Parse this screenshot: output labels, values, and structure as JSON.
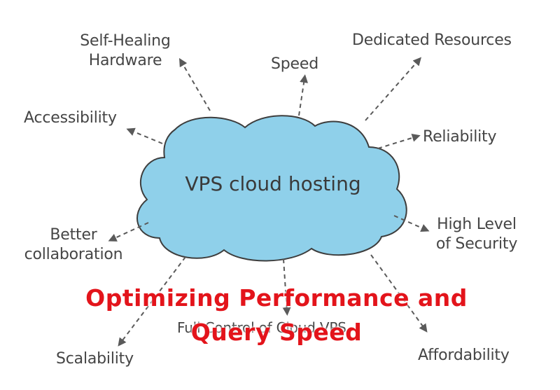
{
  "diagram": {
    "center": "VPS cloud hosting",
    "nodes": [
      {
        "id": "self-healing",
        "lines": [
          "Self-Healing",
          "Hardware"
        ]
      },
      {
        "id": "speed",
        "lines": [
          "Speed"
        ]
      },
      {
        "id": "dedicated",
        "lines": [
          "Dedicated Resources"
        ]
      },
      {
        "id": "accessibility",
        "lines": [
          "Accessibility"
        ]
      },
      {
        "id": "reliability",
        "lines": [
          "Reliability"
        ]
      },
      {
        "id": "collaboration",
        "lines": [
          "Better",
          "collaboration"
        ]
      },
      {
        "id": "security",
        "lines": [
          "High Level",
          "of Security"
        ]
      },
      {
        "id": "full-control",
        "lines": [
          "Full Control of Cloud VPS"
        ]
      },
      {
        "id": "scalability",
        "lines": [
          "Scalability"
        ]
      },
      {
        "id": "affordability",
        "lines": [
          "Affordability"
        ]
      }
    ],
    "colors": {
      "cloud_fill": "#8fd0ea",
      "cloud_stroke": "#3d3d3d",
      "arrow": "#5a5a5a",
      "text": "#454545"
    }
  },
  "overlay_title": {
    "line1": "Optimizing Performance and",
    "line2": "Query Speed",
    "color": "#e3141b"
  }
}
